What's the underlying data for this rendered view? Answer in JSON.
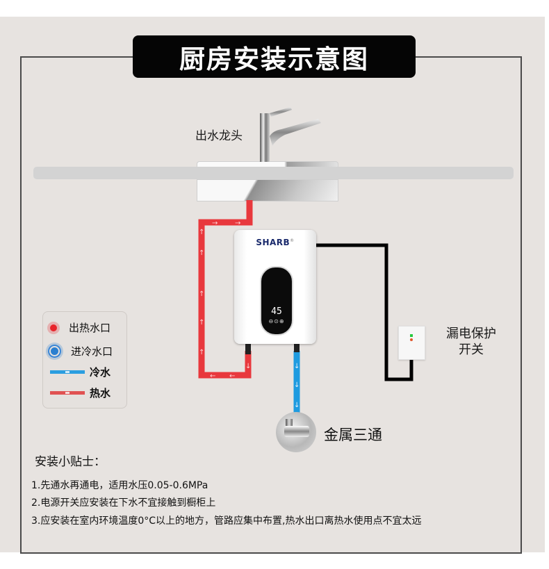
{
  "title": "厨房安装示意图",
  "labels": {
    "faucet": "出水龙头",
    "leakage_switch_line1": "漏电保护",
    "leakage_switch_line2": "开关",
    "tee_valve": "金属三通"
  },
  "heater": {
    "brand": "SHARB",
    "registered_mark": "®",
    "display_temperature": "45",
    "buttons": "⊖⊙⊕"
  },
  "legend": {
    "items": [
      {
        "icon": "red-dot-icon",
        "label": "出热水口"
      },
      {
        "icon": "blue-dot-icon",
        "label": "进冷水口"
      },
      {
        "icon": "blue-line-icon",
        "label": "冷水"
      },
      {
        "icon": "red-line-icon",
        "label": "热水"
      }
    ]
  },
  "tips": {
    "title": "安装小贴士：",
    "items": [
      "1.先通水再通电，适用水压0.05-0.6MPa",
      "2.电源开关应安装在下水不宜接触到橱柜上",
      "3.应安装在室内环境温度0°C以上的地方，管路应集中布置,热水出口离热水使用点不宜太远"
    ]
  },
  "colors": {
    "hot_pipe": "#e8383d",
    "cold_pipe": "#1e9be0",
    "power_cable": "#000000",
    "background": "#e7e3e0",
    "title_bg": "#050505"
  }
}
